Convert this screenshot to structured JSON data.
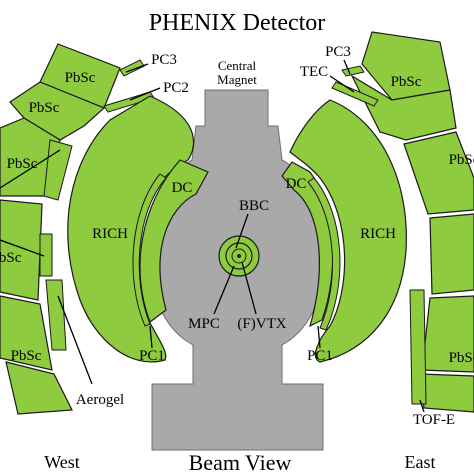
{
  "title": "PHENIX Detector",
  "labels": {
    "central_magnet_line1": "Central",
    "central_magnet_line2": "Magnet",
    "pbsc": "PbSc",
    "pc1": "PC1",
    "pc2": "PC2",
    "pc3": "PC3",
    "tec": "TEC",
    "dc": "DC",
    "rich": "RICH",
    "bbc": "BBC",
    "mpc": "MPC",
    "fvtx": "(F)VTX",
    "aerogel": "Aerogel",
    "tofe": "TOF-E"
  },
  "footer": {
    "west": "West",
    "beam_view": "Beam View",
    "east": "East"
  },
  "colors": {
    "detector_fill": "#8fcb3e",
    "magnet_fill": "#a9a9a9",
    "outline": "#1a1a1a"
  }
}
